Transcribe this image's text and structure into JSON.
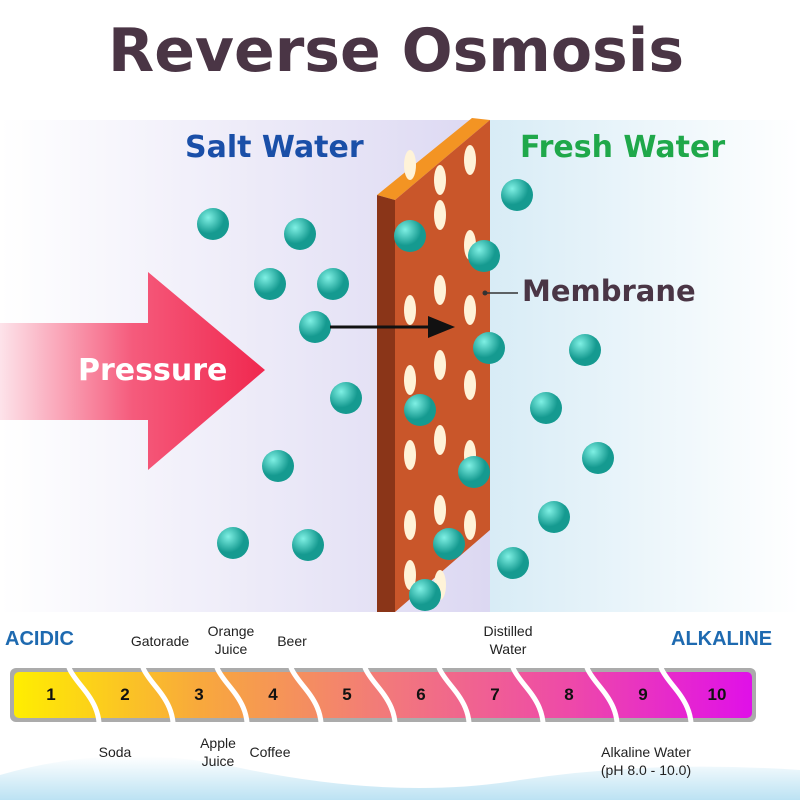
{
  "title": "Reverse Osmosis",
  "labels": {
    "salt": "Salt Water",
    "fresh": "Fresh Water",
    "membrane": "Membrane",
    "pressure": "Pressure"
  },
  "colors": {
    "title": "#4a3545",
    "salt": "#1a4fa8",
    "fresh": "#1fa84a",
    "molecule": "#22b8ac",
    "membrane": "#c9562a"
  },
  "ph_scale": {
    "left_label": "ACIDIC",
    "right_label": "ALKALINE",
    "numbers": [
      "1",
      "2",
      "3",
      "4",
      "5",
      "6",
      "7",
      "8",
      "9",
      "10"
    ],
    "above": [
      {
        "text": "Gatorade"
      },
      {
        "text": "Orange\nJuice"
      },
      {
        "text": "Beer"
      },
      {
        "text": "Distilled\nWater"
      }
    ],
    "below": [
      {
        "text": "Soda"
      },
      {
        "text": "Apple\nJuice"
      },
      {
        "text": "Coffee"
      },
      {
        "text": "Alkaline Water\n(pH 8.0 - 10.0)"
      }
    ]
  }
}
